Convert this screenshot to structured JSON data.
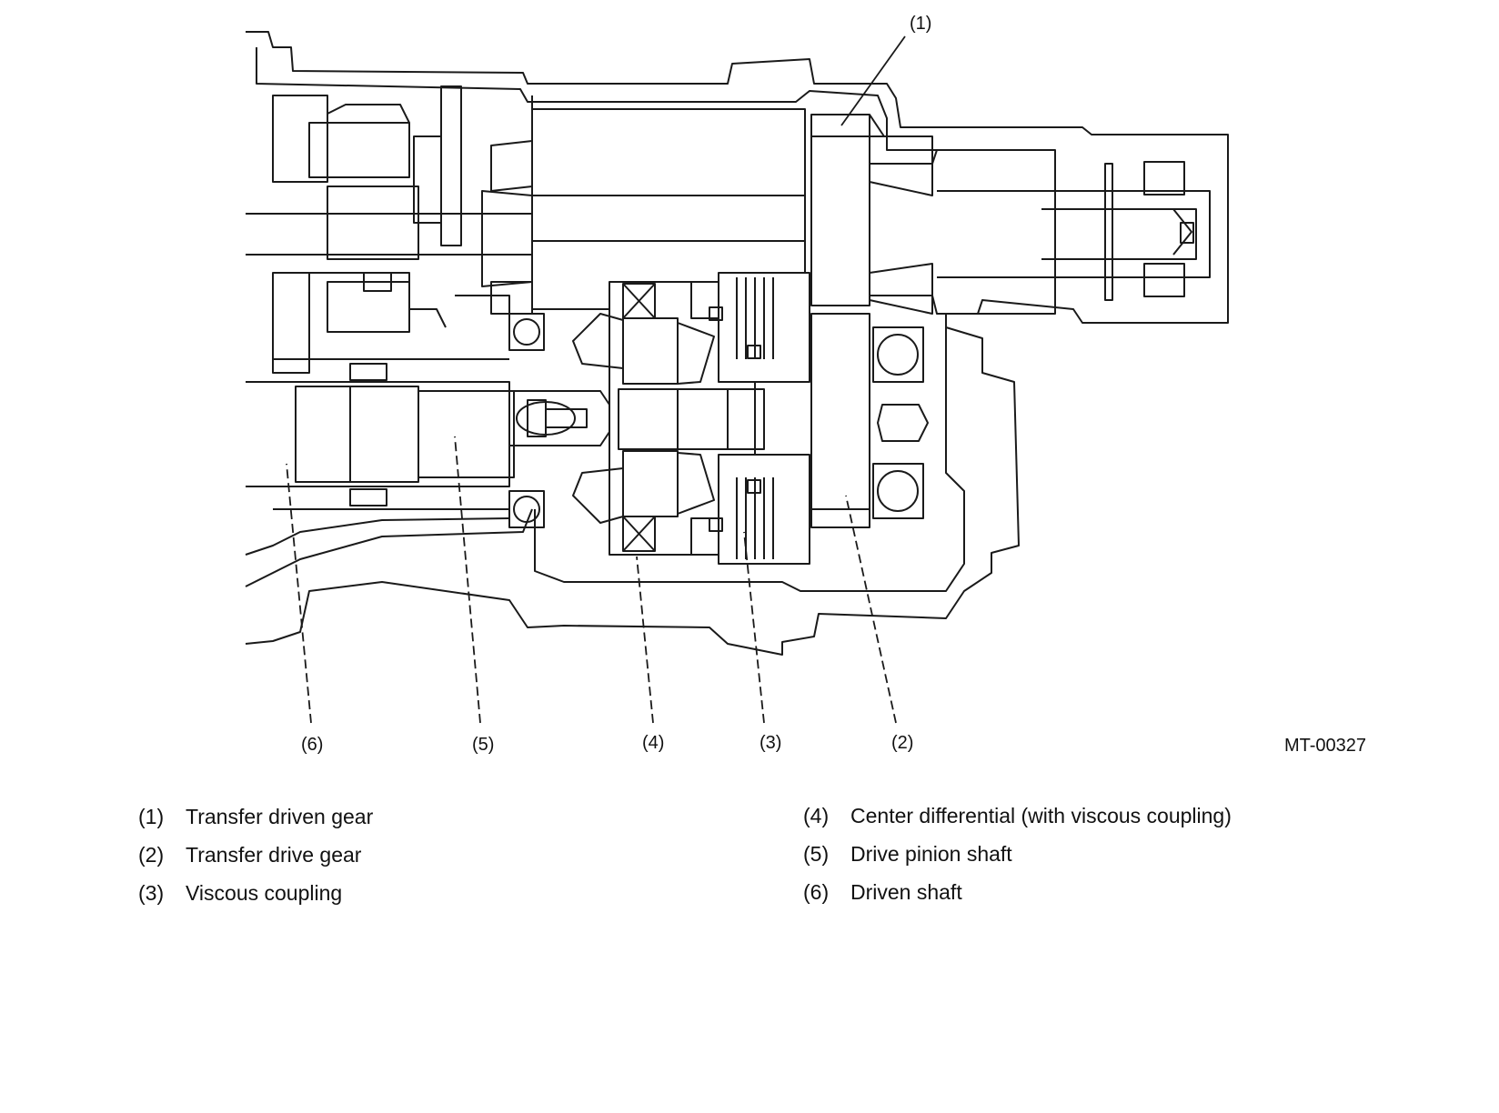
{
  "diagram": {
    "figure_code": "MT-00327",
    "callouts": [
      {
        "id": "1",
        "label": "(1)"
      },
      {
        "id": "2",
        "label": "(2)"
      },
      {
        "id": "3",
        "label": "(3)"
      },
      {
        "id": "4",
        "label": "(4)"
      },
      {
        "id": "5",
        "label": "(5)"
      },
      {
        "id": "6",
        "label": "(6)"
      }
    ]
  },
  "legend": [
    {
      "num": "(1)",
      "text": "Transfer driven gear"
    },
    {
      "num": "(2)",
      "text": "Transfer drive gear"
    },
    {
      "num": "(3)",
      "text": "Viscous coupling"
    },
    {
      "num": "(4)",
      "text": "Center differential (with viscous coupling)"
    },
    {
      "num": "(5)",
      "text": "Drive pinion shaft"
    },
    {
      "num": "(6)",
      "text": "Driven shaft"
    }
  ]
}
